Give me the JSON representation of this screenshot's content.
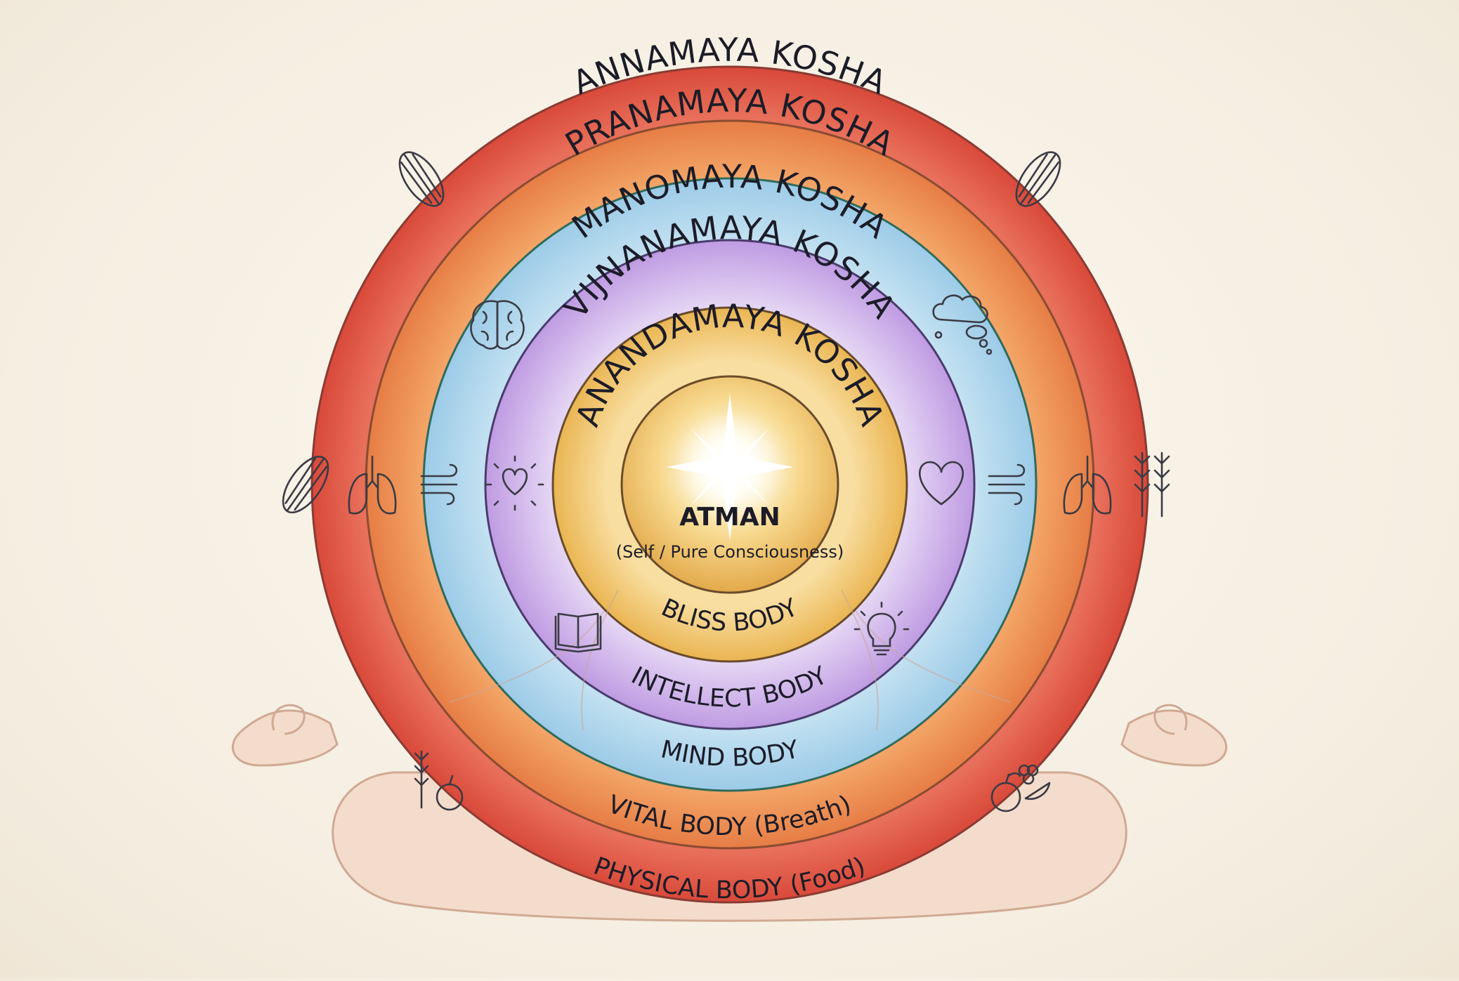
{
  "layers": [
    {
      "id": "annamaya",
      "title": "ANNAMAYA KOSHA",
      "subtitle": "PHYSICAL BODY (Food)"
    },
    {
      "id": "pranamaya",
      "title": "PRANAMAYA KOSHA",
      "subtitle": "VITAL BODY (Breath)"
    },
    {
      "id": "manomaya",
      "title": "MANOMAYA KOSHA",
      "subtitle": "MIND BODY"
    },
    {
      "id": "vijnanamaya",
      "title": "VIJNANAMAYA KOSHA",
      "subtitle": "INTELLECT BODY"
    },
    {
      "id": "anandamaya",
      "title": "ANANDAMAYA KOSHA",
      "subtitle": "BLISS BODY"
    }
  ],
  "center": {
    "title": "ATMAN",
    "subtitle": "(Self / Pure Consciousness)"
  },
  "icons": [
    "muscle-icon",
    "lungs-icon",
    "wind-icon",
    "brain-icon",
    "thought-cloud-icon",
    "heart-icon",
    "radiant-heart-icon",
    "book-icon",
    "lightbulb-icon",
    "wheat-icon",
    "fruit-icon"
  ],
  "colors": {
    "annamaya": "#e05a47",
    "pranamaya": "#ec8a4e",
    "manomaya": "#a9d2ea",
    "vijnanamaya": "#c9a8e6",
    "anandamaya": "#f0c25e",
    "atman_glow": "#fff8dc",
    "background": "#f7f1e6"
  }
}
